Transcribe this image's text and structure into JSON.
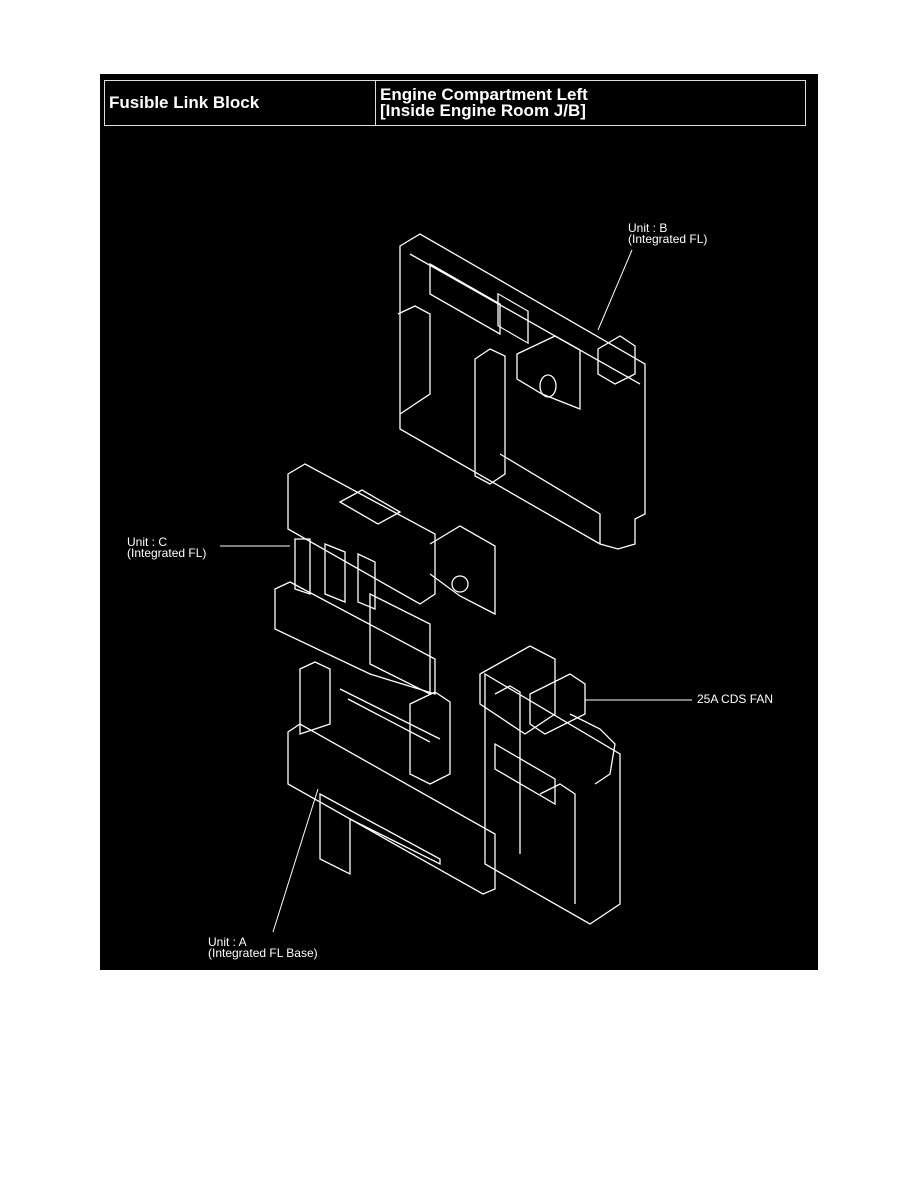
{
  "header": {
    "component": "Fusible Link Block",
    "location_line1": "Engine Compartment Left",
    "location_line2": "[Inside Engine Room J/B]"
  },
  "labels": {
    "unit_b": {
      "name": "Unit : B",
      "desc": "(Integrated FL)"
    },
    "unit_c": {
      "name": "Unit : C",
      "desc": "(Integrated FL)"
    },
    "unit_a": {
      "name": "Unit : A",
      "desc": "(Integrated FL Base)"
    },
    "fan_fuse": "25A CDS FAN"
  },
  "colors": {
    "background": "#000000",
    "line": "#ffffff"
  }
}
